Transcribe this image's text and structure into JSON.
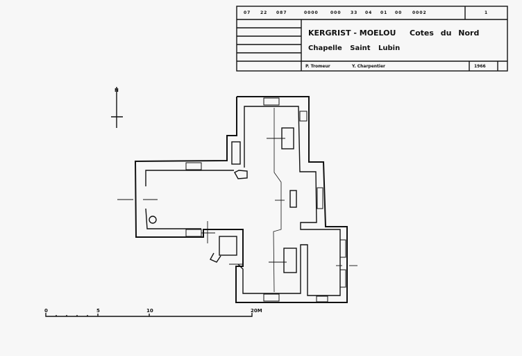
{
  "title_block": {
    "code_groups": [
      "07",
      "22",
      "087",
      "0000",
      "000",
      "33",
      "04",
      "01",
      "00",
      "0002"
    ],
    "sheet_number": "1",
    "commune": "KERGRIST - MOELOU",
    "department": "Cotes du Nord",
    "building": "Chapelle Saint Lubin",
    "author_1": "P. Tromeur",
    "author_2": "Y. Charpentier",
    "year": "1966"
  },
  "north_arrow": {
    "label": "N"
  },
  "scale_bar": {
    "labels": [
      "0",
      "5",
      "10",
      "20M"
    ]
  }
}
